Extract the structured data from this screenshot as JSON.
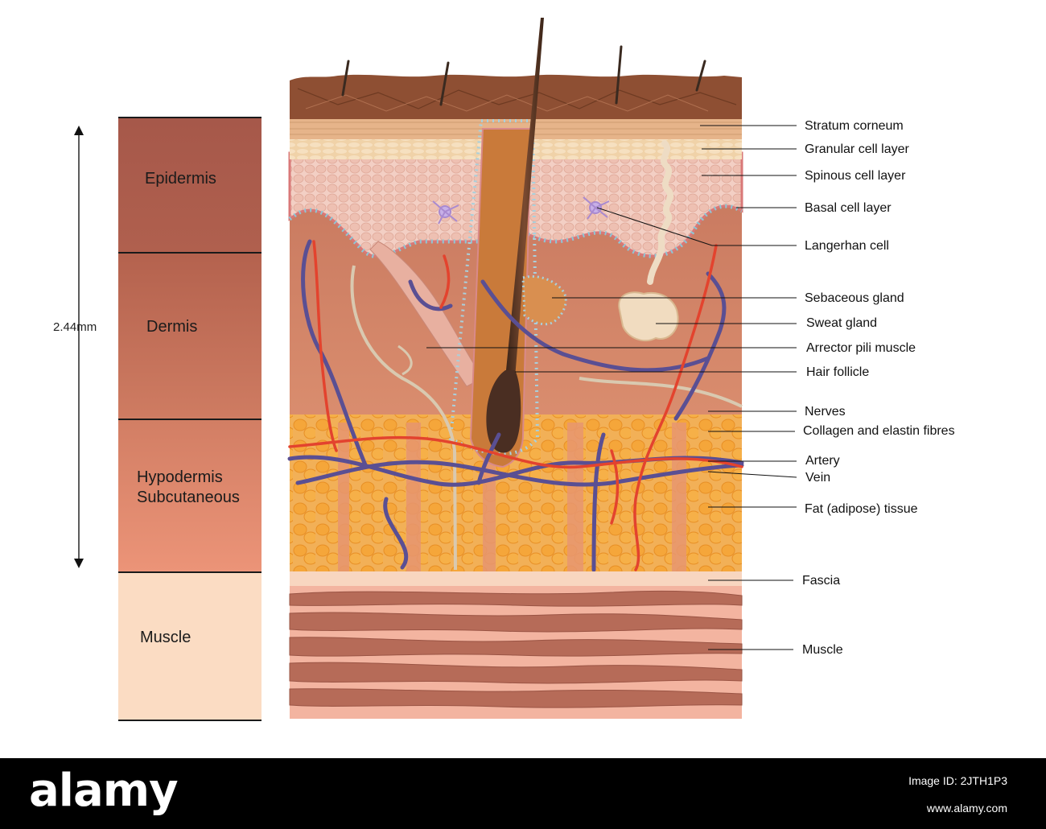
{
  "layers": {
    "epidermis": "Epidermis",
    "dermis": "Dermis",
    "hypodermis_line1": "Hypodermis",
    "hypodermis_line2": "Subcutaneous",
    "muscle": "Muscle"
  },
  "scale_label": "2.44mm",
  "annotations": [
    "Stratum corneum",
    "Granular cell layer",
    "Spinous cell layer",
    "Basal cell layer",
    "Langerhan cell",
    "Sebaceous gland",
    "Sweat gland",
    "Arrector pili muscle",
    "Hair follicle",
    "Nerves",
    "Collagen and elastin fibres",
    "Artery",
    "Vein",
    "Fat (adipose) tissue",
    "Fascia",
    "Muscle"
  ],
  "watermark": {
    "logo": "alamy",
    "image_id": "Image ID: 2JTH1P3",
    "url": "www.alamy.com"
  },
  "colors": {
    "epidermis": "#a85a48",
    "dermis": "#c2705a",
    "hypodermis": "#e08a72",
    "muscle_band": "#fbdcc3",
    "stratum": "#8a4a2e",
    "vein": "#5a4f93",
    "artery": "#e3432e",
    "fat": "#f0a83a"
  }
}
